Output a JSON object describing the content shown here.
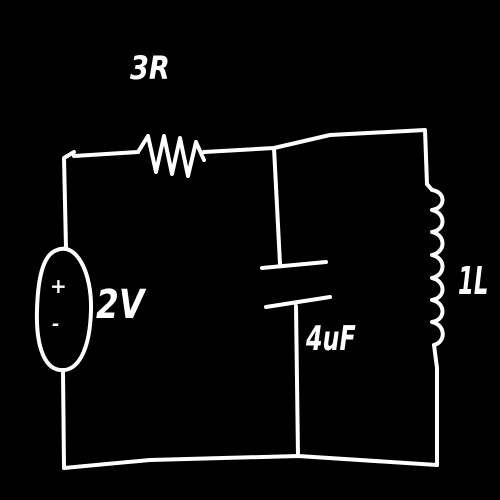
{
  "diagram": {
    "background_color": "#000000",
    "stroke_color": "#ffffff",
    "components": {
      "resistor": {
        "label": "3R",
        "icon": "resistor-zigzag"
      },
      "voltage_source": {
        "label": "2V",
        "plus_sign": "+",
        "minus_sign": "-",
        "icon": "voltage-source-oval"
      },
      "capacitor": {
        "label": "4uF",
        "icon": "capacitor-plates"
      },
      "inductor": {
        "label": "1L",
        "icon": "inductor-coil"
      }
    }
  }
}
